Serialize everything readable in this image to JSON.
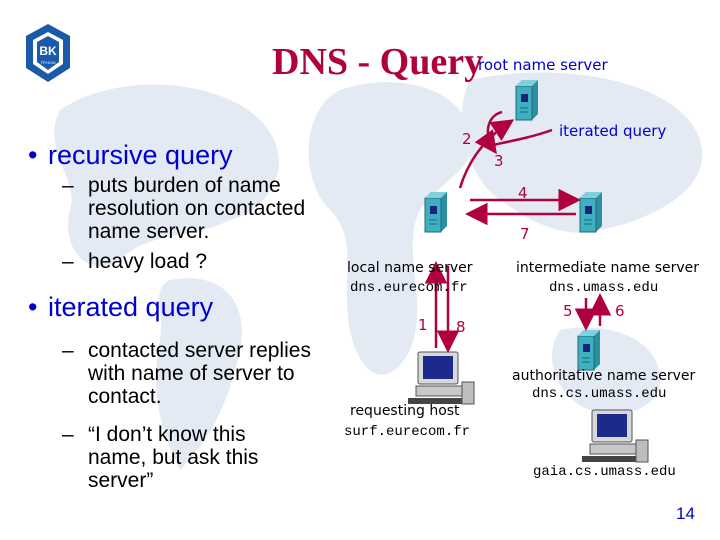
{
  "title": "DNS - Query",
  "bullets": {
    "recursive": {
      "heading": "recursive query",
      "items": [
        "puts burden of name resolution on contacted name server.",
        "heavy load ?"
      ]
    },
    "iterated": {
      "heading": "iterated query",
      "items": [
        "contacted server replies with name of server to contact.",
        "“I don’t know this name, but ask this server”"
      ]
    }
  },
  "diagram": {
    "root_label": "root name server",
    "iterated_label": "iterated query",
    "local_label": "local name server",
    "local_host": "dns.eurecom.fr",
    "intermediate_label": "intermediate name server",
    "intermediate_host": "dns.umass.edu",
    "authoritative_label": "authoritative name server",
    "authoritative_host": "dns.cs.umass.edu",
    "requesting_label": "requesting host",
    "requesting_host": "surf.eurecom.fr",
    "target_host": "gaia.cs.umass.edu",
    "steps": [
      "1",
      "2",
      "3",
      "4",
      "5",
      "6",
      "7",
      "8"
    ]
  },
  "page_number": "14",
  "colors": {
    "title": "#b00040",
    "bullet_heading": "#0000cc",
    "arrow": "#b00040",
    "server": "#2a8fa0",
    "map": "#dfe7f3"
  }
}
